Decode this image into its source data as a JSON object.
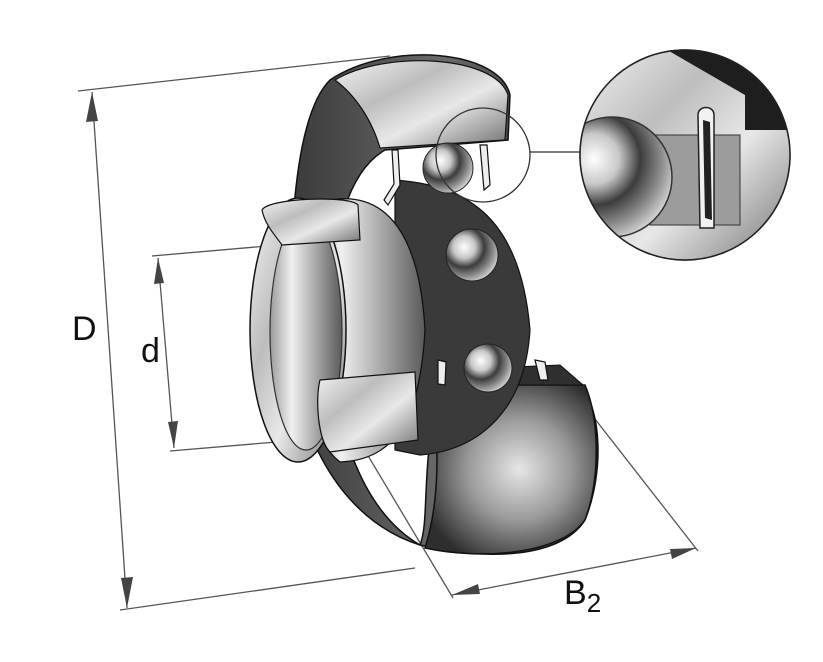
{
  "diagram": {
    "subject": "Radial insert ball bearing with locking collar / eccentric ring, cutaway view",
    "background": "#ffffff",
    "line_color": "#555555",
    "labels": {
      "outer_diameter": "D",
      "bore_diameter": "d",
      "width_main": "B",
      "width_sub": "2"
    },
    "callout": {
      "description": "Magnified detail of seal lip and ball",
      "connector": "circle-to-circle leader line"
    },
    "components": [
      "outer-ring",
      "inner-ring",
      "balls",
      "seal-lips",
      "detail-magnifier"
    ]
  }
}
